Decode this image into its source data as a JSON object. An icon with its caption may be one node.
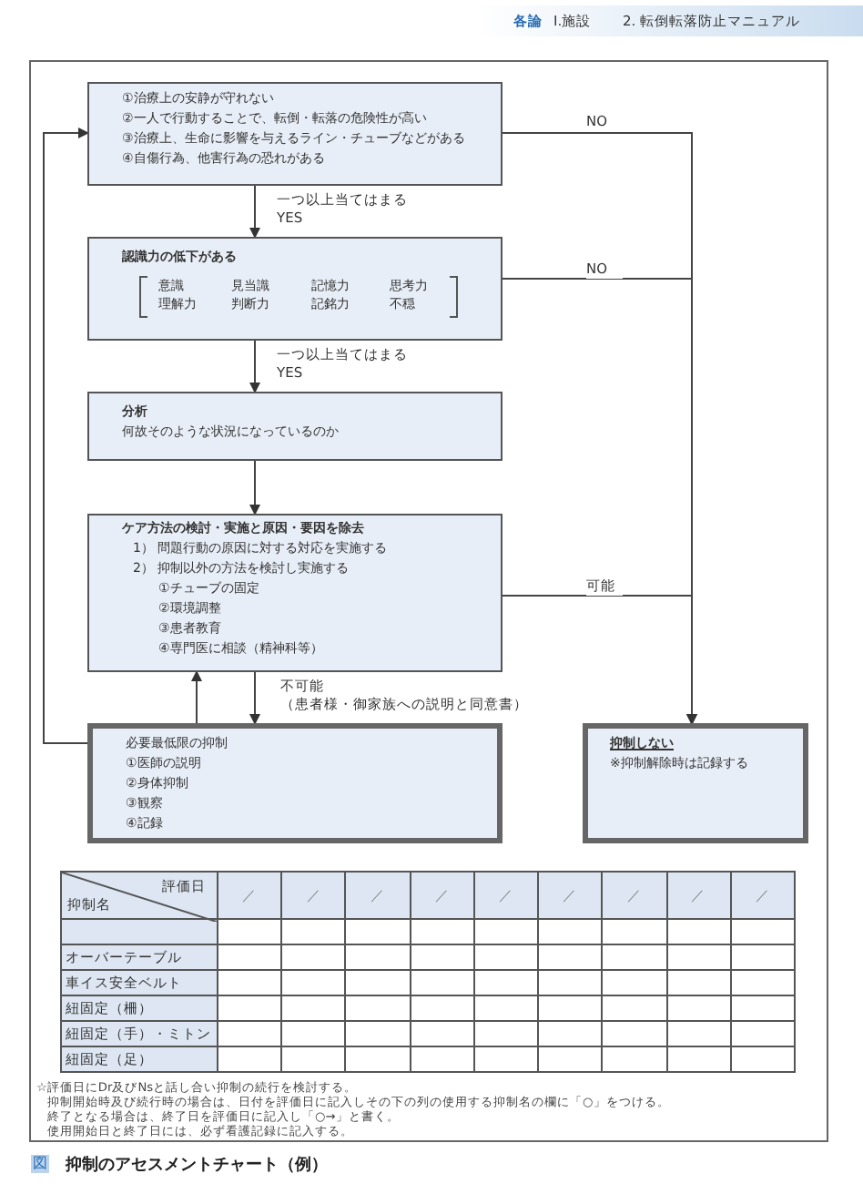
{
  "diagram": {
    "caption": "抑制のアセスメントチャート（例）",
    "nodes": [
      {
        "text": [
          "①治療上の安静が守れない",
          "②一人で行動することで、転倒・転落の危険性が高い",
          "③治療上、生命に影響を与えるライン・チューブなどがある",
          "④自傷行為、他害行為の恐れがある"
        ]
      },
      {
        "text": [
          "認識力の低下がある",
          "意識",
          "見当識",
          "記憶力",
          "思考力",
          "理解力",
          "判断力",
          "記銘力",
          "不穏"
        ]
      },
      {
        "text": [
          "分析",
          "何故そのような状況になっているのか"
        ]
      },
      {
        "text": [
          "ケア方法の検討・実施と原因・要因を除去",
          "1） 問題行動の原因に対する対応を実施する",
          "2） 抑制以外の方法を検討し実施する",
          "①チューブの固定",
          "②環境調整",
          "③患者教育",
          "④専門医に相談（精神科等）"
        ]
      },
      {
        "text": [
          "必要最低限の抑制",
          "①医師の説明",
          "②身体抑制",
          "③観察",
          "④記録"
        ]
      },
      {
        "text": [
          "抑制しない",
          "※抑制解除時は記録する"
        ]
      }
    ],
    "edges": [
      {
        "from": 0,
        "to": 1,
        "arrow": "to",
        "label": "一つ以上当てはまる YES"
      },
      {
        "from": 1,
        "to": 2,
        "arrow": "to",
        "label": "一つ以上当てはまる YES"
      },
      {
        "from": 2,
        "to": 3,
        "arrow": "to"
      },
      {
        "from": 0,
        "to": 5,
        "arrow": "to",
        "label": "NO"
      },
      {
        "from": 1,
        "to": 5,
        "arrow": "to",
        "label": "NO"
      },
      {
        "from": 3,
        "to": 5,
        "arrow": "to",
        "label": "可能"
      },
      {
        "from": 3,
        "to": 4,
        "arrow": "to",
        "label": "不可能（患者様・御家族への説明と同意書）"
      },
      {
        "from": 4,
        "to": 3,
        "arrow": "to"
      },
      {
        "from": 4,
        "to": 0,
        "arrow": "to"
      }
    ],
    "labels": [
      "各論",
      "Ⅰ.施設",
      "2. 転倒転落防止マニュアル",
      "評価日",
      "抑制名",
      "／",
      "／",
      "／",
      "／",
      "／",
      "／",
      "／",
      "／",
      "／",
      "オーバーテーブル",
      "車イス安全ベルト",
      "紐固定（柵）",
      "紐固定（手）・ミトン",
      "紐固定（足）",
      "☆評価日にDr及びNsと話し合い抑制の続行を検討する。",
      "抑制開始時及び続行時の場合は、日付を評価日に記入しその下の列の使用する抑制名の欄に「○」をつける。",
      "終了となる場合は、終了日を評価日に記入し「○→」と書く。",
      "使用開始日と終了日には、必ず看護記録に記入する。",
      "図"
    ]
  }
}
